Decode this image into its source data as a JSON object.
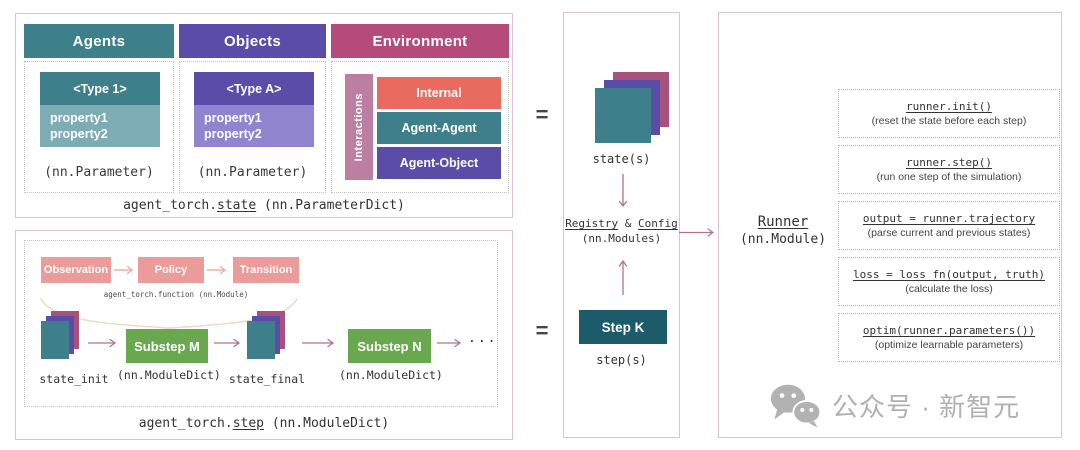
{
  "palette": {
    "teal": "#3e7f8c",
    "teal_light": "#7eacb4",
    "purple": "#5b4ca7",
    "purple_light": "#9084ce",
    "magenta": "#b44b7b",
    "card_magenta": "#a7517d",
    "interactions_pink": "#bc7ea1",
    "salmon": "#e96a5f",
    "function_pink": "#eb9c9a",
    "green": "#6aa84f",
    "dark_teal": "#1c5b69",
    "flow_arrow": "#b5718c",
    "salmon_arrow": "#efaba4",
    "brace": "#efd9ba",
    "panel_border": "#dcc2ce",
    "watermark_gray": "#b0b0b0"
  },
  "equals_sign": "=",
  "state_panel": {
    "caption": {
      "prefix": "agent_torch.",
      "link": "state",
      "suffix": " (nn.ParameterDict)"
    },
    "agents": {
      "header": "Agents",
      "type_label": "<Type 1>",
      "props": [
        "property1",
        "property2"
      ],
      "param_label": "(nn.Parameter)"
    },
    "objects": {
      "header": "Objects",
      "type_label": "<Type A>",
      "props": [
        "property1",
        "property2"
      ],
      "param_label": "(nn.Parameter)"
    },
    "environment": {
      "header": "Environment",
      "interactions_label": "Interactions",
      "rows": [
        "Internal",
        "Agent-Agent",
        "Agent-Object"
      ]
    }
  },
  "step_panel": {
    "caption": {
      "prefix": "agent_torch.",
      "link": "step",
      "suffix": " (nn.ModuleDict)"
    },
    "function_flow": {
      "boxes": [
        "Observation",
        "Policy",
        "Transition"
      ],
      "label": "agent_torch.function (nn.Module)"
    },
    "flow": {
      "state_init": "state_init",
      "substep_m": "Substep M",
      "substep_m_sub": "(nn.ModuleDict)",
      "state_final": "state_final",
      "substep_n": "Substep N",
      "substep_n_sub": "(nn.ModuleDict)",
      "ellipsis": "..."
    }
  },
  "middle_panel": {
    "state_label": "state(s)",
    "registry_link1": "Registry",
    "registry_amp": "&",
    "registry_link2": "Config",
    "registry_sub": "(nn.Modules)",
    "step_box": "Step K",
    "step_label": "step(s)"
  },
  "runner_panel": {
    "runner_name": "Runner",
    "runner_sub": "(nn.Module)",
    "methods": [
      {
        "code": "runner.init()",
        "desc": "(reset the state before each step)"
      },
      {
        "code": "runner.step()",
        "desc": "(run one step of the simulation)"
      },
      {
        "code": "output = runner.trajectory",
        "desc": "(parse current and previous states)"
      },
      {
        "code": "loss = loss_fn(output, truth)",
        "desc": "(calculate the loss)"
      },
      {
        "code": "optim(runner.parameters())",
        "desc": "(optimize learnable parameters)"
      }
    ],
    "watermark_text": "公众号 · 新智元"
  }
}
